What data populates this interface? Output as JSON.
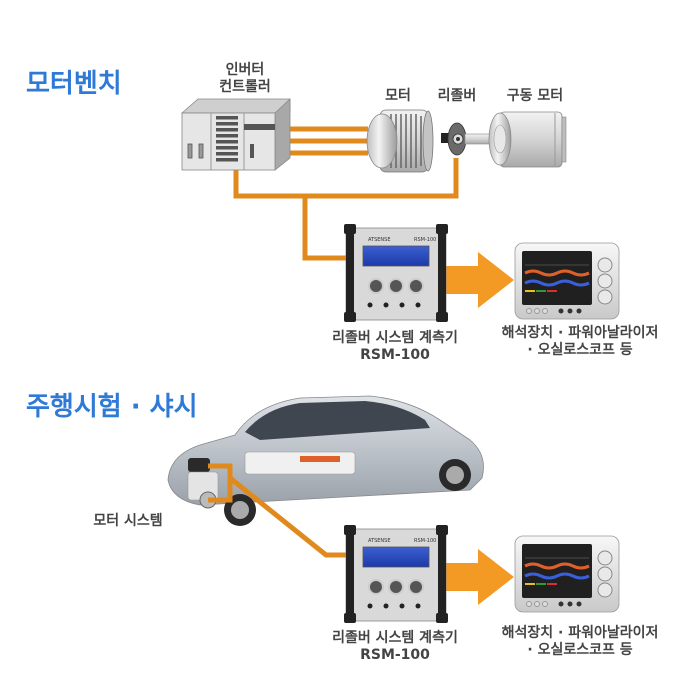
{
  "sections": [
    {
      "title": "모터벤치",
      "components": {
        "inverter_label_line1": "인버터",
        "inverter_label_line2": "컨트롤러",
        "motor_label": "모터",
        "resolver_label": "리졸버",
        "drive_motor_label": "구동 모터",
        "instrument_label_line1": "리졸버 시스템 계측기",
        "instrument_label_line2": "RSM-100",
        "analyzer_label_line1": "해석장치 · 파워아날라이저",
        "analyzer_label_line2": "· 오실로스코프 등"
      }
    },
    {
      "title": "주행시험 · 샤시",
      "components": {
        "motor_system_label": "모터 시스템",
        "instrument_label_line1": "리졸버 시스템 계측기",
        "instrument_label_line2": "RSM-100",
        "analyzer_label_line1": "해석장치 · 파워아날라이저",
        "analyzer_label_line2": "· 오실로스코프 등"
      }
    }
  ],
  "device": {
    "brand": "ATSENSE",
    "model_badge": "RSM-100"
  },
  "colors": {
    "title_blue": "#2f7ad6",
    "cable_orange": "#e08a1e",
    "arrow_orange": "#f39a24",
    "label_gray": "#444444"
  },
  "icons": [
    "inverter-controller-icon",
    "motor-icon",
    "resolver-icon",
    "drive-motor-icon",
    "rsm-100-device-icon",
    "oscilloscope-icon",
    "car-icon",
    "arrow-right-icon"
  ]
}
